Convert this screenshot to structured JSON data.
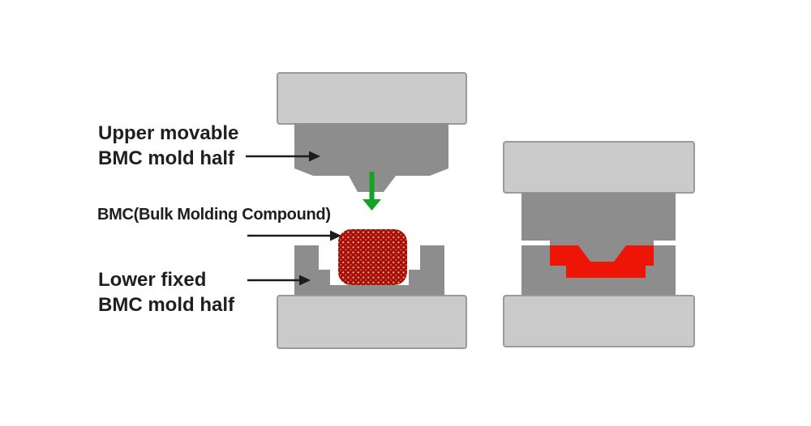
{
  "labels": {
    "upper_mold": {
      "line1": "Upper movable",
      "line2": "BMC mold half"
    },
    "bmc_compound": {
      "text": "BMC(Bulk Molding Compound)"
    },
    "lower_mold": {
      "line1": "Lower fixed",
      "line2": "BMC mold half"
    }
  },
  "colors": {
    "background": "#ffffff",
    "platen_light_gray": "#cacaca",
    "platen_border_gray": "#9a9a9a",
    "mold_dark_gray": "#8d8d8d",
    "molded_part_red": "#ee1506",
    "bmc_charge_red": "#a30f07",
    "bmc_dot_light": "#f2b09a",
    "bmc_dot_mid": "#e0523c",
    "press_arrow_green": "#16a228",
    "label_arrow_black": "#1c1c1c",
    "parting_line_white": "#ffffff",
    "text": "#1f1f1f"
  }
}
